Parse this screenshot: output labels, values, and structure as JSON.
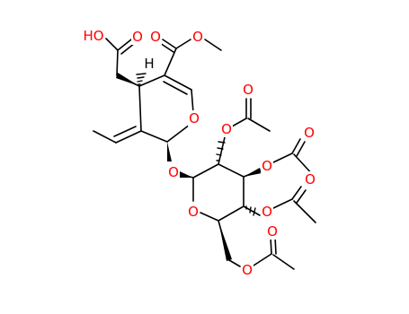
{
  "molecule": {
    "atoms": {
      "carboxyl_oh": "HO",
      "carboxyl_o": "O",
      "ester_o_carbonyl": "O",
      "ester_o_methoxy": "O",
      "ring_h": "H",
      "dihydropyran_o": "O",
      "glycosidic_o": "O",
      "acetyl_2_o_link": "O",
      "acetyl_2_o_carbonyl": "O",
      "acetyl_3_o_link": "O",
      "acetyl_3_o_carbonyl": "O",
      "acetyl_4_o_link": "O",
      "acetyl_4_o_carbonyl": "O",
      "pyranose_o": "O",
      "acetyl_6_o_link": "O",
      "acetyl_6_o_carbonyl": "O"
    },
    "colors": {
      "bond": "#000000",
      "heteroatom": "#ff0000",
      "carbon_label": "#000000"
    }
  }
}
